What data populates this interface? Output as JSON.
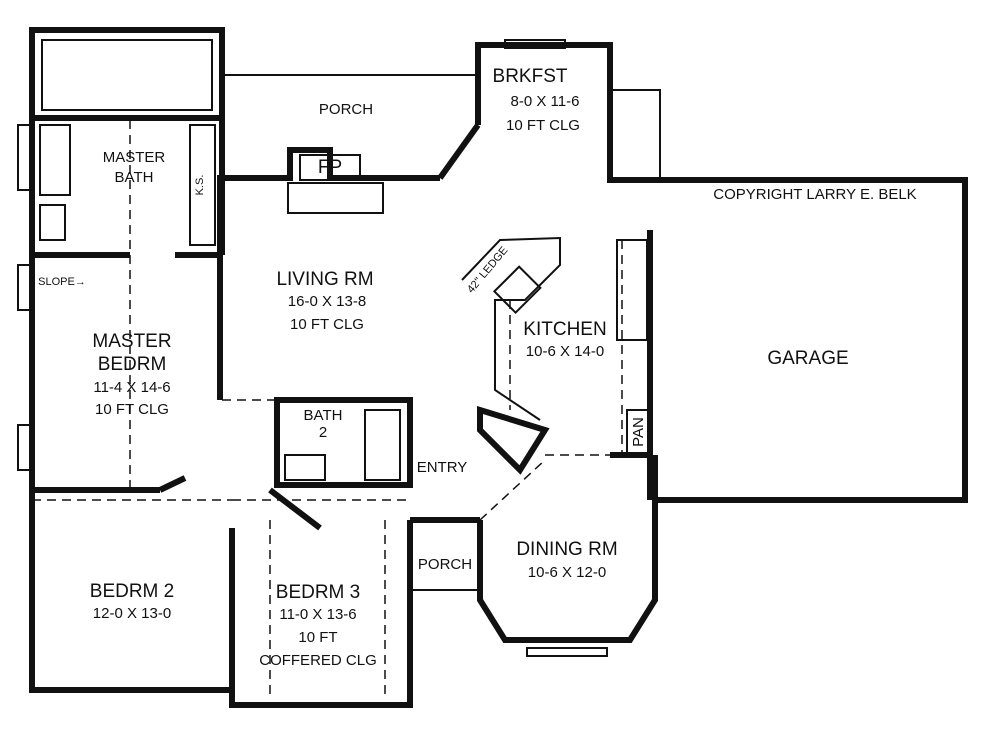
{
  "rooms": {
    "porch_top": {
      "name": "PORCH"
    },
    "brkfst": {
      "name": "BRKFST",
      "size": "8-0 X 11-6",
      "ceiling": "10 FT CLG"
    },
    "master_bath": {
      "name1": "MASTER",
      "name2": "BATH",
      "ks": "K.S."
    },
    "fireplace": {
      "name": "FP"
    },
    "living": {
      "name": "LIVING RM",
      "size": "16-0 X 13-8",
      "ceiling": "10 FT CLG"
    },
    "master_bedrm": {
      "name1": "MASTER",
      "name2": "BEDRM",
      "size": "11-4 X 14-6",
      "ceiling": "10 FT CLG",
      "slope": "SLOPE→"
    },
    "kitchen": {
      "name": "KITCHEN",
      "size": "10-6 X 14-0",
      "ledge": "42\" LEDGE"
    },
    "garage": {
      "name": "GARAGE"
    },
    "bath2": {
      "name1": "BATH",
      "name2": "2"
    },
    "pantry": {
      "name": "PAN"
    },
    "entry": {
      "name": "ENTRY"
    },
    "porch_front": {
      "name": "PORCH"
    },
    "dining": {
      "name": "DINING RM",
      "size": "10-6 X 12-0"
    },
    "bedrm2": {
      "name": "BEDRM 2",
      "size": "12-0 X 13-0"
    },
    "bedrm3": {
      "name": "BEDRM 3",
      "size": "11-0 X 13-6",
      "ceiling1": "10 FT",
      "ceiling2": "COFFERED CLG"
    }
  },
  "copyright": "COPYRIGHT LARRY E. BELK"
}
